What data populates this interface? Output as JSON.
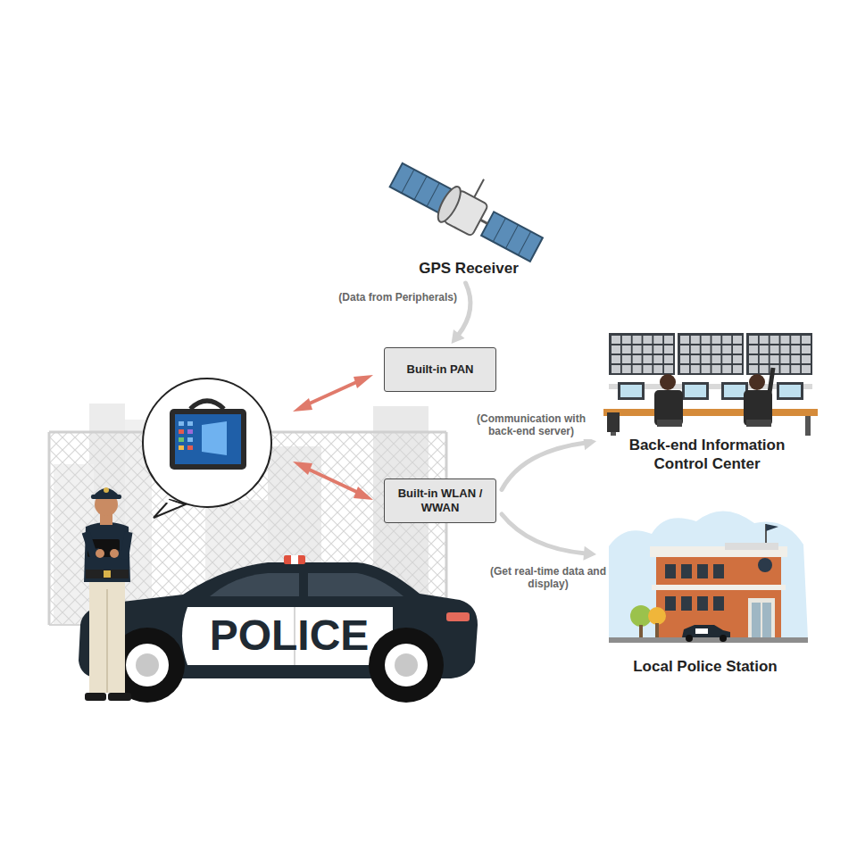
{
  "diagram": {
    "nodes": [
      {
        "text": [
          "GPS Receiver"
        ]
      },
      {
        "text": [
          "Built-in PAN"
        ]
      },
      {
        "text": [
          "Built-in WLAN / WWAN"
        ]
      },
      {
        "text": [
          "Back-end Information Control Center"
        ]
      },
      {
        "text": [
          "Local Police Station"
        ]
      }
    ],
    "edges": [
      {
        "from": 0,
        "to": 1,
        "arrow": "to",
        "label": "(Data from Peripherals)"
      },
      {
        "from": 2,
        "to": 3,
        "arrow": "to",
        "label": "(Communication with back-end server)"
      },
      {
        "from": 2,
        "to": 4,
        "arrow": "to",
        "label": "(Get real-time data and display)"
      }
    ],
    "labels": [
      "POLICE"
    ]
  }
}
